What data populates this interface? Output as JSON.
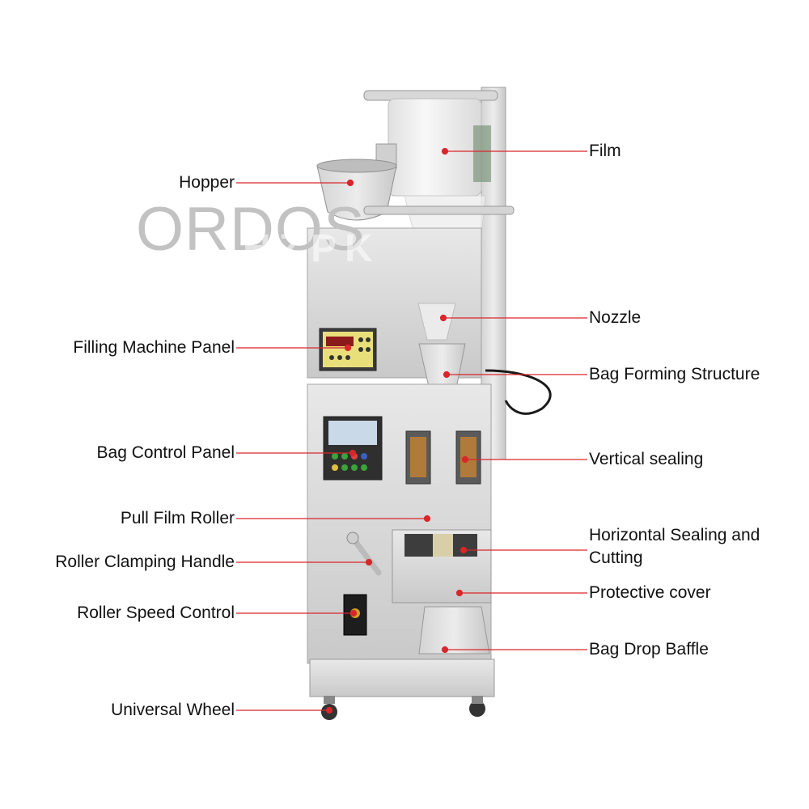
{
  "watermark": "ORDOS",
  "faint_watermark": "HZPK",
  "colors": {
    "leader_line": "#d9262b",
    "steel_light": "#e6e6e6",
    "steel_mid": "#cfcfcf",
    "steel_dark": "#9a9a9a",
    "panel_yellow": "#e9df7a",
    "panel_display": "#c9d9e8"
  },
  "labels_left": [
    {
      "id": "hopper",
      "text": "Hopper"
    },
    {
      "id": "filling-panel",
      "text": "Filling Machine Panel"
    },
    {
      "id": "bag-control-panel",
      "text": "Bag Control Panel"
    },
    {
      "id": "pull-film-roller",
      "text": "Pull Film Roller"
    },
    {
      "id": "roller-clamping-handle",
      "text": "Roller Clamping Handle"
    },
    {
      "id": "roller-speed-control",
      "text": "Roller Speed Control"
    },
    {
      "id": "universal-wheel",
      "text": "Universal Wheel"
    }
  ],
  "labels_right": [
    {
      "id": "film",
      "text": "Film"
    },
    {
      "id": "nozzle",
      "text": "Nozzle"
    },
    {
      "id": "bag-forming",
      "text": "Bag Forming Structure"
    },
    {
      "id": "vertical-sealing",
      "text": "Vertical sealing"
    },
    {
      "id": "horizontal-sealing",
      "text": "Horizontal Sealing and Cutting"
    },
    {
      "id": "protective-cover",
      "text": "Protective cover"
    },
    {
      "id": "bag-drop-baffle",
      "text": "Bag Drop Baffle"
    }
  ]
}
